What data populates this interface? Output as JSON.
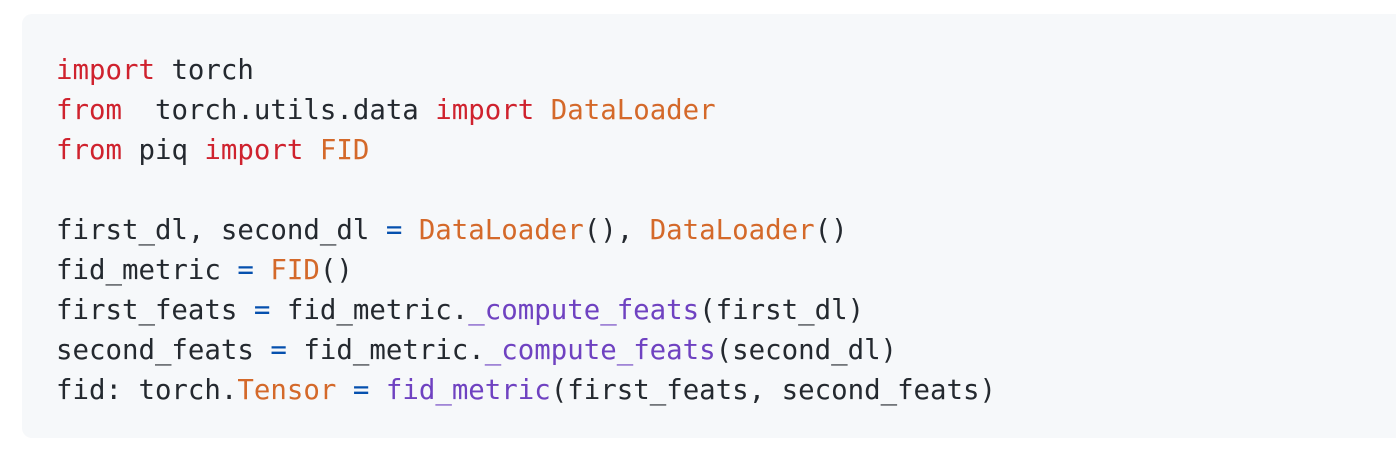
{
  "code_block": {
    "language": "python",
    "colors": {
      "background": "#f6f8fa",
      "keyword": "#cf222e",
      "class": "#d4692a",
      "function": "#6f42c1",
      "operator": "#0550ae",
      "text": "#24292f"
    },
    "lines": [
      [
        {
          "t": "kw",
          "v": "import"
        },
        {
          "t": "tx",
          "v": " torch"
        }
      ],
      [
        {
          "t": "kw",
          "v": "from"
        },
        {
          "t": "tx",
          "v": "  torch.utils.data "
        },
        {
          "t": "kw",
          "v": "import"
        },
        {
          "t": "tx",
          "v": " "
        },
        {
          "t": "cls",
          "v": "DataLoader"
        }
      ],
      [
        {
          "t": "kw",
          "v": "from"
        },
        {
          "t": "tx",
          "v": " piq "
        },
        {
          "t": "kw",
          "v": "import"
        },
        {
          "t": "tx",
          "v": " "
        },
        {
          "t": "cls",
          "v": "FID"
        }
      ],
      [],
      [
        {
          "t": "tx",
          "v": "first_dl, second_dl "
        },
        {
          "t": "op",
          "v": "="
        },
        {
          "t": "tx",
          "v": " "
        },
        {
          "t": "cls",
          "v": "DataLoader"
        },
        {
          "t": "tx",
          "v": "(), "
        },
        {
          "t": "cls",
          "v": "DataLoader"
        },
        {
          "t": "tx",
          "v": "()"
        }
      ],
      [
        {
          "t": "tx",
          "v": "fid_metric "
        },
        {
          "t": "op",
          "v": "="
        },
        {
          "t": "tx",
          "v": " "
        },
        {
          "t": "cls",
          "v": "FID"
        },
        {
          "t": "tx",
          "v": "()"
        }
      ],
      [
        {
          "t": "tx",
          "v": "first_feats "
        },
        {
          "t": "op",
          "v": "="
        },
        {
          "t": "tx",
          "v": " fid_metric."
        },
        {
          "t": "fn",
          "v": "_compute_feats"
        },
        {
          "t": "tx",
          "v": "(first_dl)"
        }
      ],
      [
        {
          "t": "tx",
          "v": "second_feats "
        },
        {
          "t": "op",
          "v": "="
        },
        {
          "t": "tx",
          "v": " fid_metric."
        },
        {
          "t": "fn",
          "v": "_compute_feats"
        },
        {
          "t": "tx",
          "v": "(second_dl)"
        }
      ],
      [
        {
          "t": "tx",
          "v": "fid: torch."
        },
        {
          "t": "cls",
          "v": "Tensor"
        },
        {
          "t": "tx",
          "v": " "
        },
        {
          "t": "op",
          "v": "="
        },
        {
          "t": "tx",
          "v": " "
        },
        {
          "t": "fn",
          "v": "fid_metric"
        },
        {
          "t": "tx",
          "v": "(first_feats, second_feats)"
        }
      ]
    ]
  }
}
